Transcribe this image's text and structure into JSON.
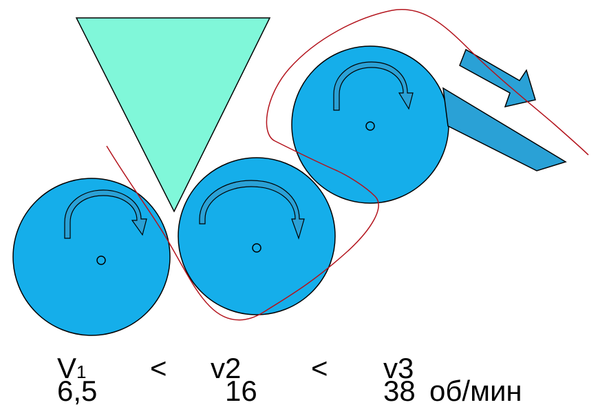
{
  "colors": {
    "roller": "#15aeea",
    "hopper": "#80f7d9",
    "arrow": "#2aa1d6",
    "path": "#b3131c",
    "outline": "#000000"
  },
  "icons": [
    "hopper-triangle",
    "roller",
    "rotation-arrow",
    "output-arrow",
    "output-chute",
    "material-path"
  ],
  "speeds": {
    "v1_main": "V",
    "v1_sub": "1",
    "lt1": "<",
    "v2": "v2",
    "lt2": "<",
    "v3": "v3"
  },
  "values": {
    "v1": "6,5",
    "v2": "16",
    "v3": "38",
    "unit": "об/мин"
  }
}
